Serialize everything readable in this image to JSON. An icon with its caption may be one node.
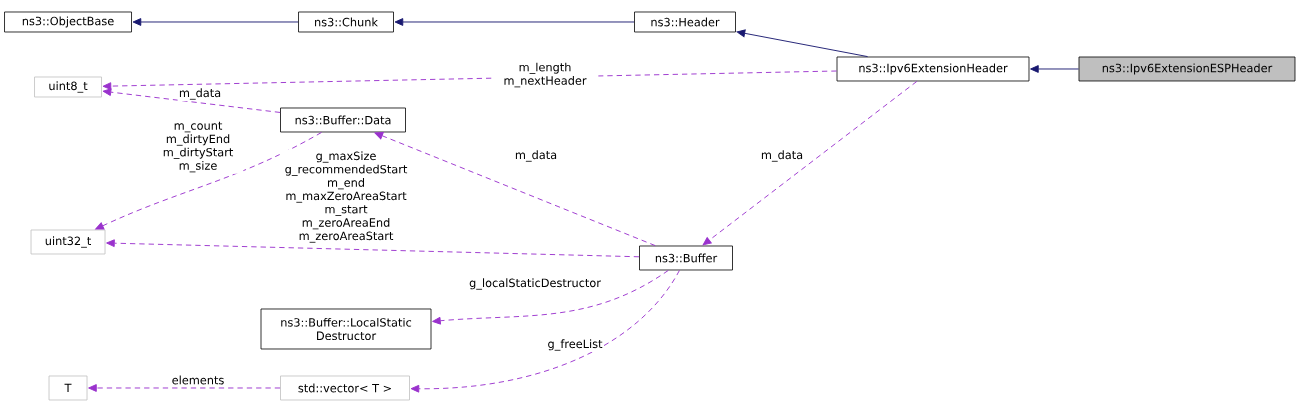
{
  "diagram": {
    "nodes": [
      {
        "text": [
          "ns3::ObjectBase"
        ]
      },
      {
        "text": [
          "ns3::Chunk"
        ]
      },
      {
        "text": [
          "ns3::Header"
        ]
      },
      {
        "text": [
          "ns3::Ipv6ExtensionHeader"
        ]
      },
      {
        "text": [
          "ns3::Ipv6ExtensionESPHeader"
        ]
      },
      {
        "text": [
          "uint8_t"
        ]
      },
      {
        "text": [
          "ns3::Buffer::Data"
        ]
      },
      {
        "text": [
          "uint32_t"
        ]
      },
      {
        "text": [
          "ns3::Buffer"
        ]
      },
      {
        "text": [
          "ns3::Buffer::LocalStatic Destructor"
        ]
      },
      {
        "text": [
          "T"
        ]
      },
      {
        "text": [
          "std::vector< T >"
        ]
      }
    ],
    "edges": [
      {
        "from": 1,
        "to": 0,
        "arrow": "to",
        "color": "#191970"
      },
      {
        "from": 2,
        "to": 1,
        "arrow": "to",
        "color": "#191970"
      },
      {
        "from": 3,
        "to": 2,
        "arrow": "to",
        "color": "#191970"
      },
      {
        "from": 4,
        "to": 3,
        "arrow": "to",
        "color": "#191970"
      },
      {
        "from": 3,
        "to": 5,
        "arrow": "to",
        "label": "m_length m_nextHeader",
        "style": "dashed",
        "color": "#9a32cd"
      },
      {
        "from": 6,
        "to": 5,
        "arrow": "to",
        "label": "m_data",
        "style": "dashed",
        "color": "#9a32cd"
      },
      {
        "from": 6,
        "to": 7,
        "arrow": "to",
        "label": "m_count m_dirtyEnd m_dirtyStart m_size",
        "style": "dashed",
        "color": "#9a32cd"
      },
      {
        "from": 8,
        "to": 6,
        "arrow": "to",
        "label": "m_data",
        "style": "dashed",
        "color": "#9a32cd"
      },
      {
        "from": 3,
        "to": 8,
        "arrow": "to",
        "label": "m_data",
        "style": "dashed",
        "color": "#9a32cd"
      },
      {
        "from": 8,
        "to": 7,
        "arrow": "to",
        "label": "g_maxSize g_recommendedStart m_end m_maxZeroAreaStart m_start m_zeroAreaEnd m_zeroAreaStart",
        "style": "dashed",
        "color": "#9a32cd"
      },
      {
        "from": 8,
        "to": 9,
        "arrow": "to",
        "label": "g_localStaticDestructor",
        "style": "dashed",
        "color": "#9a32cd"
      },
      {
        "from": 8,
        "to": 11,
        "arrow": "to",
        "label": "g_freeList",
        "style": "dashed",
        "color": "#9a32cd"
      },
      {
        "from": 11,
        "to": 10,
        "arrow": "to",
        "label": "elements",
        "style": "dashed",
        "color": "#9a32cd"
      }
    ]
  }
}
